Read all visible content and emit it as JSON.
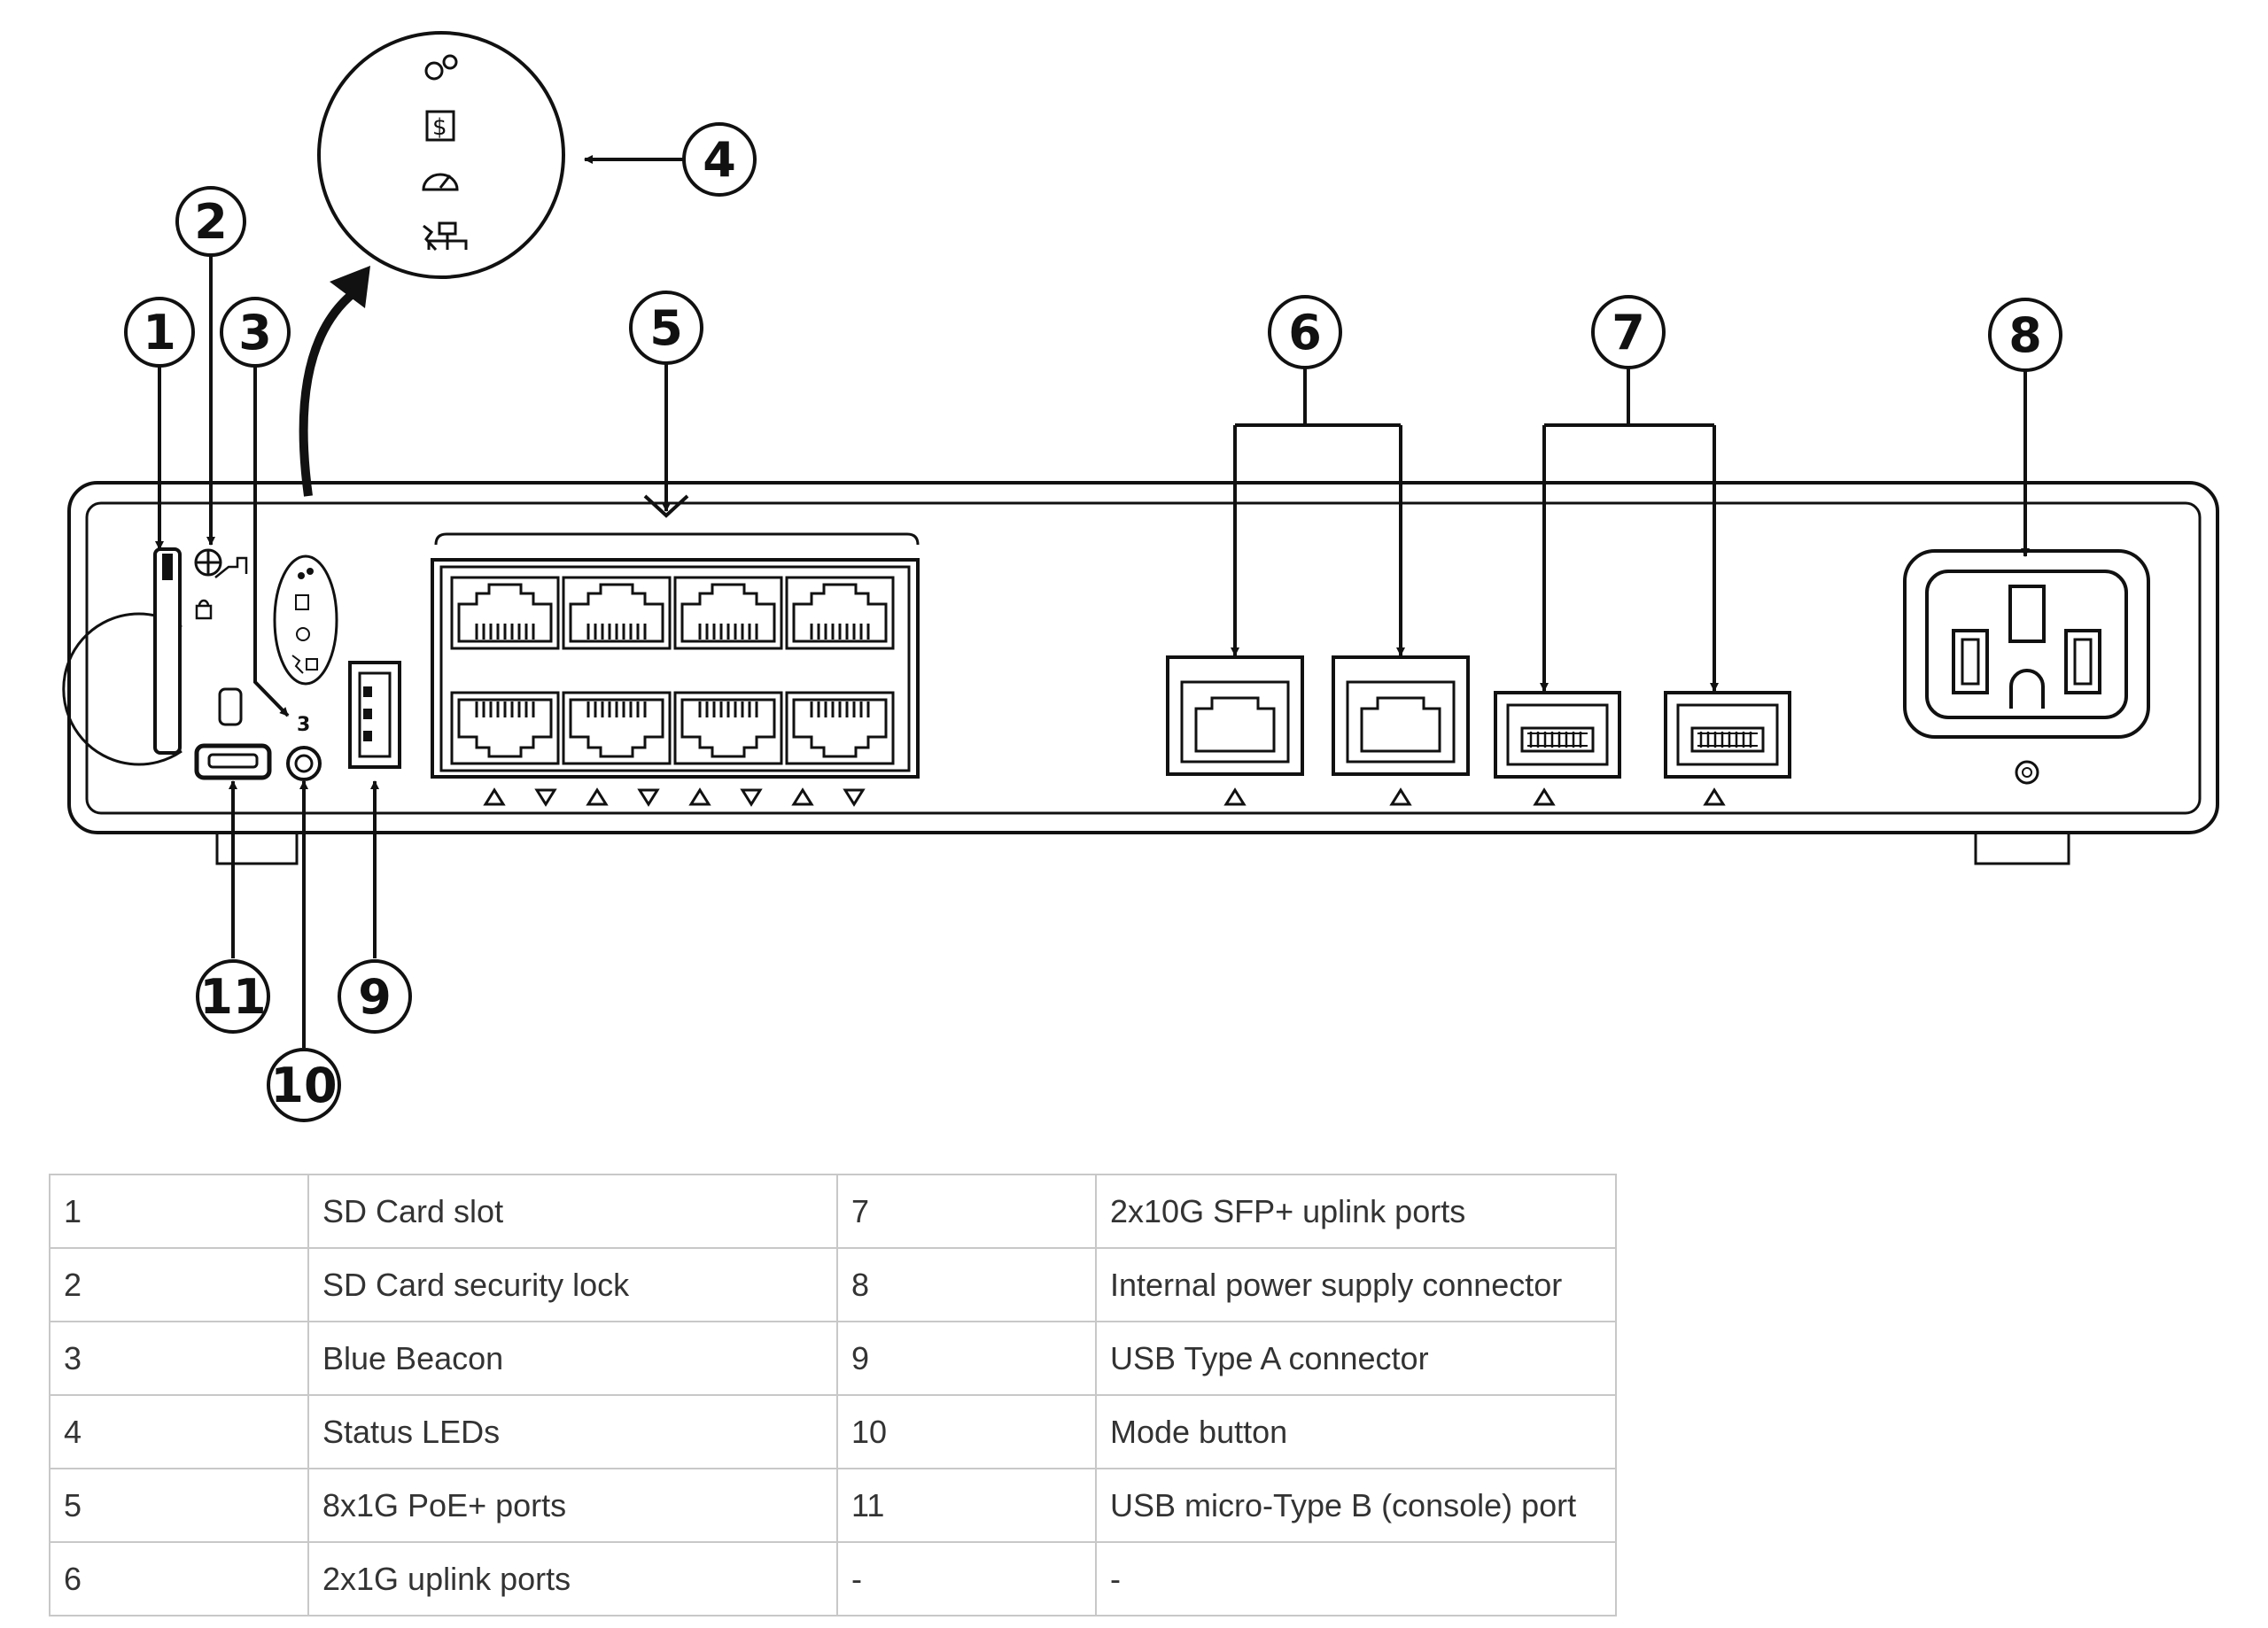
{
  "callouts": [
    "1",
    "2",
    "3",
    "4",
    "5",
    "6",
    "7",
    "8",
    "9",
    "10",
    "11"
  ],
  "legend": {
    "rows": [
      {
        "num_a": "1",
        "label_a": "SD Card slot",
        "num_b": "7",
        "label_b": "2x10G SFP+ uplink ports"
      },
      {
        "num_a": "2",
        "label_a": "SD Card security lock",
        "num_b": "8",
        "label_b": "Internal power supply connector"
      },
      {
        "num_a": "3",
        "label_a": "Blue Beacon",
        "num_b": "9",
        "label_b": "USB Type A connector"
      },
      {
        "num_a": "4",
        "label_a": "Status LEDs",
        "num_b": "10",
        "label_b": "Mode button"
      },
      {
        "num_a": "5",
        "label_a": "8x1G PoE+ ports",
        "num_b": "11",
        "label_b": "USB micro-Type B (console) port"
      },
      {
        "num_a": "6",
        "label_a": "2x1G uplink ports",
        "num_b": "-",
        "label_b": "-"
      }
    ]
  },
  "colors": {
    "line": "#111111",
    "chassis": "#ffffff",
    "table_border": "#c8c8c8",
    "text": "#333333"
  }
}
